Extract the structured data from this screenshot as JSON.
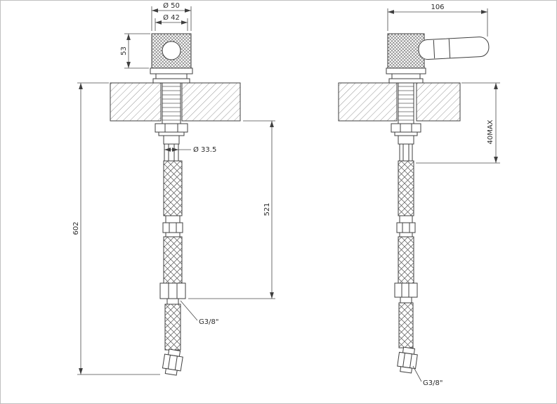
{
  "drawing": {
    "front": {
      "dim_d50": "Ø 50",
      "dim_d42": "Ø 42",
      "dim_53": "53",
      "dim_d335": "Ø 33.5",
      "dim_521": "521",
      "dim_602": "602",
      "thread": "G3/8\""
    },
    "side": {
      "dim_106": "106",
      "dim_40max": "40MAX",
      "thread": "G3/8\""
    }
  }
}
